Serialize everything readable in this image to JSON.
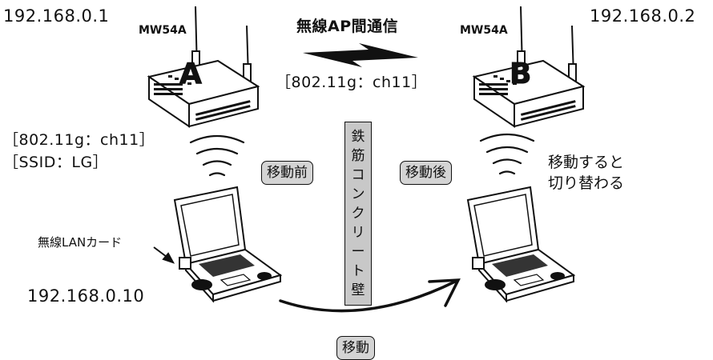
{
  "title": "無線AP間通信",
  "ap_a": {
    "ip": "192.168.0.1",
    "model": "MW54A",
    "letter": "A"
  },
  "ap_b": {
    "ip": "192.168.0.2",
    "model": "MW54A",
    "letter": "B"
  },
  "link_channel": "［802.11g：ch11］",
  "client_settings": {
    "channel": "［802.11g：ch11］",
    "ssid": "［SSID：LG］"
  },
  "before_label": "移動前",
  "after_label": "移動後",
  "wall_chars": [
    "鉄",
    "筋",
    "コ",
    "ン",
    "ク",
    "リ",
    "ー",
    "ト",
    "壁"
  ],
  "switch_note": [
    "移動すると",
    "切り替わる"
  ],
  "card_label": "無線LANカード",
  "client_ip": "192.168.0.10",
  "move_label": "移動"
}
